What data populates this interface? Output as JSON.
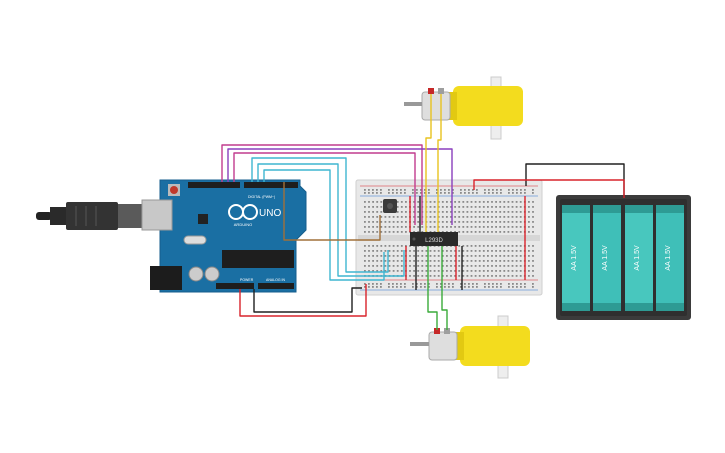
{
  "arduino": {
    "brand": "ARDUINO",
    "model": "UNO",
    "digital_label": "DIGITAL (PWM~)",
    "power_label": "POWER",
    "analog_label": "ANALOG IN"
  },
  "motor_driver": {
    "label": "L293D"
  },
  "battery": {
    "cells": [
      {
        "label": "AA 1.5V"
      },
      {
        "label": "AA 1.5V"
      },
      {
        "label": "AA 1.5V"
      },
      {
        "label": "AA 1.5V"
      }
    ]
  },
  "colors": {
    "arduino": "#1a6fa3",
    "breadboard": "#e6e6e6",
    "motor": "#f3dc1e",
    "battery_case": "#3b3b3b",
    "battery_cell": "#3fbfb8",
    "wire_red": "#d9232b",
    "wire_black": "#202020",
    "wire_magenta": "#c13c8e",
    "wire_purple": "#8a3fbd",
    "wire_cyan": "#3fb6d1",
    "wire_orange": "#a0703a",
    "wire_yellow": "#e8c320",
    "wire_green": "#3aab3a"
  }
}
